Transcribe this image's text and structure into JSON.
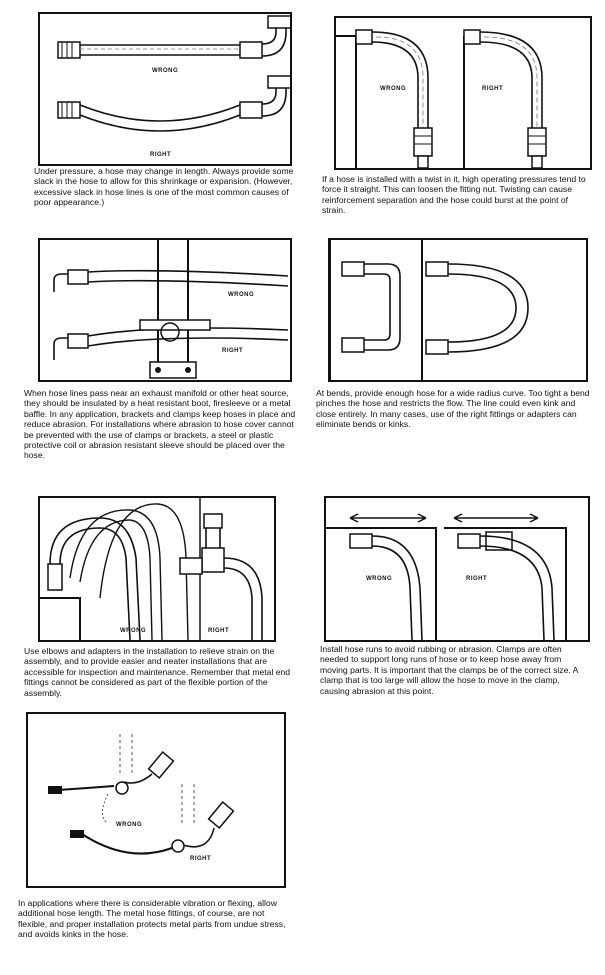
{
  "panels": [
    {
      "id": "slack",
      "labels": {
        "wrong": "WRONG",
        "right": "RIGHT"
      },
      "caption": "Under pressure, a hose may change in length. Always provide some slack in the hose to allow for this shrinkage or expansion. (However, excessive slack in hose lines is one of the most common causes of poor appearance.)"
    },
    {
      "id": "twist",
      "labels": {
        "wrong": "WRONG",
        "right": "RIGHT"
      },
      "caption": "If a hose is installed with a twist in it, high operating pressures tend to force it straight. This can loosen the fitting nut. Twisting can cause reinforcement separation and the hose could burst at the point of strain."
    },
    {
      "id": "heat",
      "labels": {
        "wrong": "WRONG",
        "right": "RIGHT"
      },
      "caption": "When hose lines pass near an exhaust manifold or other heat source, they should be insulated by a heat resistant boot, firesleeve or a metal baffle. In any application, brackets and clamps keep hoses in place and reduce abrasion. For installations where abrasion to hose cover cannot be prevented with the use of clamps or brackets, a steel or plastic protective coil or abrasion resistant sleeve should be placed over the hose."
    },
    {
      "id": "bends",
      "labels": {},
      "caption": "At bends, provide enough hose for a wide radius curve. Too tight a bend pinches the hose and restricts the flow. The line could even kink and close entirely. In many cases, use of the right fittings or adapters can eliminate bends or kinks."
    },
    {
      "id": "elbows",
      "labels": {
        "wrong": "WRONG",
        "right": "RIGHT"
      },
      "caption": "Use elbows and adapters in the installation to relieve strain on the assembly, and to provide easier and neater installations that are accessible for inspection and maintenance. Remember that metal end fittings cannot be considered as part of the flexible portion of the assembly."
    },
    {
      "id": "clamps",
      "labels": {
        "wrong": "WRONG",
        "right": "RIGHT"
      },
      "caption": "Install hose runs to avoid rubbing or abrasion. Clamps are often needed to support long runs of hose or to keep hose away from moving parts. It is important that the clamps be of the correct size. A clamp that is too large will allow the hose to move in the clamp, causing abrasion at this point."
    },
    {
      "id": "vibration",
      "labels": {
        "wrong": "WRONG",
        "right": "RIGHT"
      },
      "caption": "In applications where there is considerable vibration or flexing, allow additional hose length. The metal hose fittings, of course, are not flexible, and proper installation protects metal parts from undue stress, and avoids kinks in the hose."
    }
  ]
}
